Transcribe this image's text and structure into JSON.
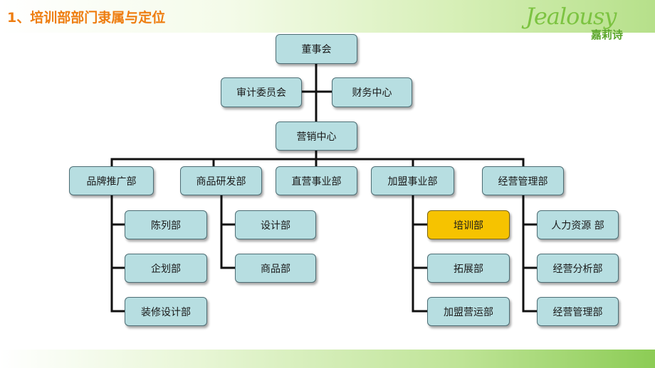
{
  "title": "1、培训部部门隶属与定位",
  "logo": {
    "script": "Jealousy",
    "chinese": "嘉莉诗"
  },
  "org": {
    "board": "董事会",
    "audit": "审计委员会",
    "finance": "财务中心",
    "marketing": "营销中心",
    "divisions": [
      {
        "label": "品牌推广部",
        "children": [
          "陈列部",
          "企划部",
          "装修设计部"
        ]
      },
      {
        "label": "商品研发部",
        "children": [
          "设计部",
          "商品部"
        ]
      },
      {
        "label": "直营事业部",
        "children": []
      },
      {
        "label": "加盟事业部",
        "children": [
          "培训部",
          "拓展部",
          "加盟营运部"
        ]
      },
      {
        "label": "经营管理部",
        "children": [
          "人力资源 部",
          "经营分析部",
          "经营管理部"
        ]
      }
    ],
    "highlighted": "培训部"
  },
  "colors": {
    "box_fill": "#b7dee1",
    "highlight_fill": "#f6c300",
    "title": "#ee7d10",
    "logo": "#7cc341"
  }
}
